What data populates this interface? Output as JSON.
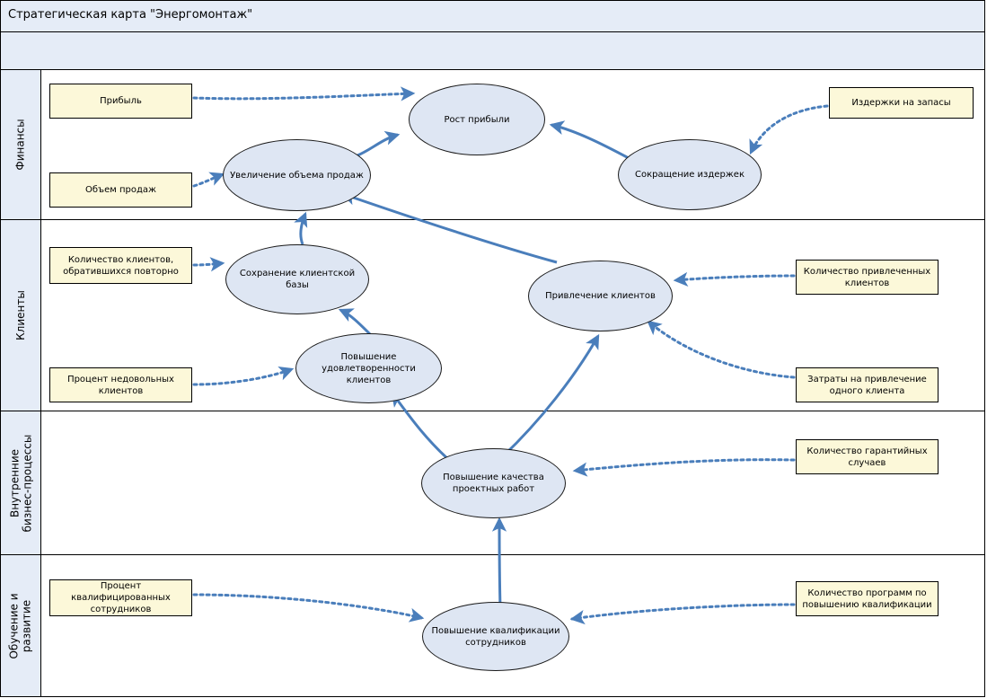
{
  "header": {
    "title": "Стратегическая карта \"Энергомонтаж\"",
    "subtitle": ""
  },
  "perspectives": [
    {
      "id": "finance",
      "label": "Финансы"
    },
    {
      "id": "customers",
      "label": "Клиенты"
    },
    {
      "id": "processes",
      "label": "Внутренние\nбизнес-процессы"
    },
    {
      "id": "learning",
      "label": "Обучение и\nразвитие"
    }
  ],
  "objectives": [
    {
      "id": "profit-growth",
      "label": "Рост прибыли"
    },
    {
      "id": "sales-increase",
      "label": "Увеличение объема продаж"
    },
    {
      "id": "cost-reduction",
      "label": "Сокращение издержек"
    },
    {
      "id": "client-retention",
      "label": "Сохранение клиентской базы"
    },
    {
      "id": "client-satisfaction",
      "label": "Повышение удовлетворенности клиентов"
    },
    {
      "id": "client-acquisition",
      "label": "Привлечение клиентов"
    },
    {
      "id": "design-quality",
      "label": "Повышение качества проектных работ"
    },
    {
      "id": "staff-qualification",
      "label": "Повышение квалификации сотрудников"
    }
  ],
  "measures": [
    {
      "id": "profit",
      "label": "Прибыль"
    },
    {
      "id": "sales-volume",
      "label": "Объем продаж"
    },
    {
      "id": "inventory-costs",
      "label": "Издержки на запасы"
    },
    {
      "id": "repeat-clients",
      "label": "Количество клиентов, обратившихся повторно"
    },
    {
      "id": "unhappy-clients",
      "label": "Процент недовольных клиентов"
    },
    {
      "id": "acquired-clients",
      "label": "Количество привлеченных клиентов"
    },
    {
      "id": "acquisition-cost",
      "label": "Затраты на привлечение одного клиента"
    },
    {
      "id": "warranty-cases",
      "label": "Количество гарантийных случаев"
    },
    {
      "id": "qualified-staff",
      "label": "Процент квалифицированных сотрудников"
    },
    {
      "id": "training-programs",
      "label": "Количество программ по повышению квалификации"
    }
  ],
  "colors": {
    "band": "#e5ecf7",
    "node_fill": "#dee6f3",
    "measure_fill": "#fcf8d9",
    "link": "#4a7ebb",
    "border": "#000000"
  }
}
